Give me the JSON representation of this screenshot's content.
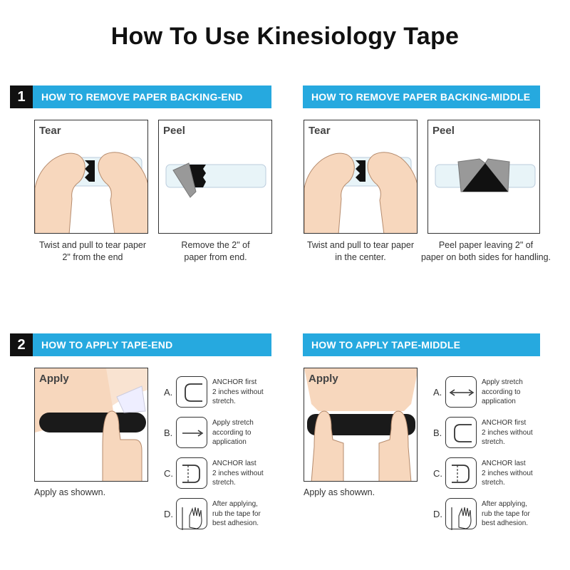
{
  "title": "How To Use Kinesiology Tape",
  "section1": {
    "number": "1",
    "left": {
      "header": "HOW TO REMOVE PAPER BACKING-END",
      "tear_label": "Tear",
      "peel_label": "Peel",
      "tear_caption_1": "Twist and pull to tear paper",
      "tear_caption_2": "2\" from the end",
      "peel_caption_1": "Remove the 2\" of",
      "peel_caption_2": "paper from end."
    },
    "right": {
      "header": "HOW TO REMOVE PAPER BACKING-MIDDLE",
      "tear_label": "Tear",
      "peel_label": "Peel",
      "tear_caption_1": "Twist and pull to tear paper",
      "tear_caption_2": "in the center.",
      "peel_caption_1": "Peel paper leaving 2\" of",
      "peel_caption_2": "paper on both sides for handling."
    }
  },
  "section2": {
    "number": "2",
    "left": {
      "header": "HOW TO APPLY TAPE-END",
      "apply_label": "Apply",
      "caption": "Apply as showwn.",
      "steps": [
        {
          "letter": "A.",
          "icon": "anchor-first-icon",
          "l1": "ANCHOR first",
          "l2": "2 inches without",
          "l3": "stretch."
        },
        {
          "letter": "B.",
          "icon": "stretch-right-arrow-icon",
          "l1": "Apply stretch",
          "l2": "according to",
          "l3": "application"
        },
        {
          "letter": "C.",
          "icon": "anchor-last-icon",
          "l1": "ANCHOR last",
          "l2": "2 inches without",
          "l3": "stretch."
        },
        {
          "letter": "D.",
          "icon": "rub-hand-icon",
          "l1": "After applying,",
          "l2": "rub the tape for",
          "l3": "best adhesion."
        }
      ]
    },
    "right": {
      "header": "HOW TO APPLY TAPE-MIDDLE",
      "apply_label": "Apply",
      "caption": "Apply as showwn.",
      "steps": [
        {
          "letter": "A.",
          "icon": "stretch-both-arrow-icon",
          "l1": "Apply stretch",
          "l2": "according to",
          "l3": "application"
        },
        {
          "letter": "B.",
          "icon": "anchor-first-icon",
          "l1": "ANCHOR first",
          "l2": "2 inches without",
          "l3": "stretch."
        },
        {
          "letter": "C.",
          "icon": "anchor-last-icon",
          "l1": "ANCHOR last",
          "l2": "2 inches without",
          "l3": "stretch."
        },
        {
          "letter": "D.",
          "icon": "rub-hand-icon",
          "l1": "After applying,",
          "l2": "rub the tape for",
          "l3": "best adhesion."
        }
      ]
    }
  },
  "colors": {
    "header_blue": "#26a9df",
    "number_black": "#111111",
    "skin": "#f7d7bd",
    "tape_black": "#1a1a1a"
  }
}
